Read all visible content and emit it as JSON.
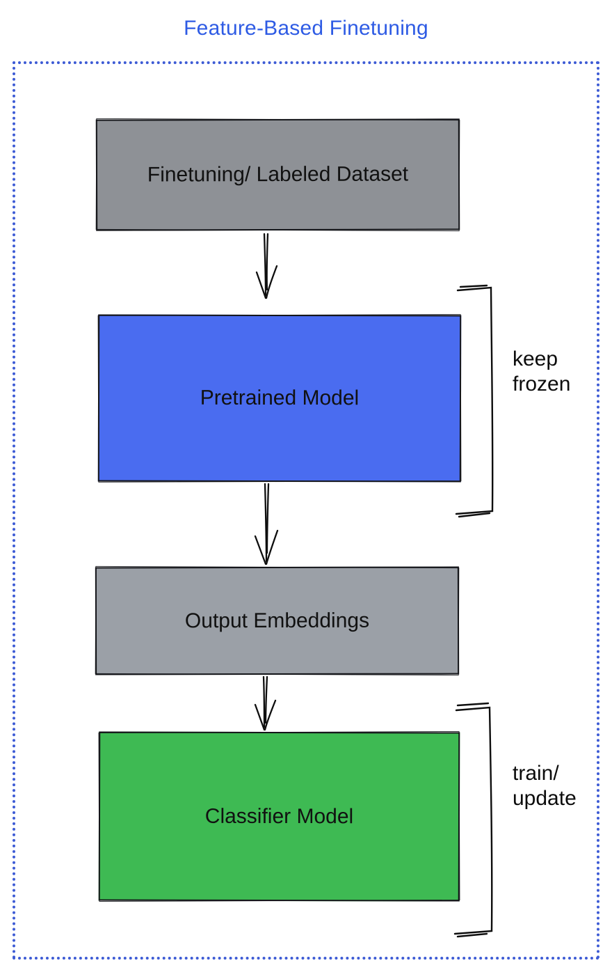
{
  "title": "Feature-Based Finetuning",
  "colors": {
    "title": "#2e5be4",
    "frame": "#3d5bd5",
    "stroke": "#0e0e0e",
    "label_text": "#111111"
  },
  "boxes": [
    {
      "label": "Finetuning/ Labeled Dataset",
      "color": "#8e9196"
    },
    {
      "label": "Pretrained Model",
      "color": "#4a6cf0"
    },
    {
      "label": "Output Embeddings",
      "color": "#9ba0a7"
    },
    {
      "label": "Classifier Model",
      "color": "#3eba53"
    }
  ],
  "annotations": [
    {
      "line1": "keep",
      "line2": "frozen"
    },
    {
      "line1": "train/",
      "line2": "update"
    }
  ],
  "connectors": [
    {
      "name": "dataset-to-pretrained"
    },
    {
      "name": "pretrained-to-embeddings"
    },
    {
      "name": "embeddings-to-classifier"
    }
  ]
}
